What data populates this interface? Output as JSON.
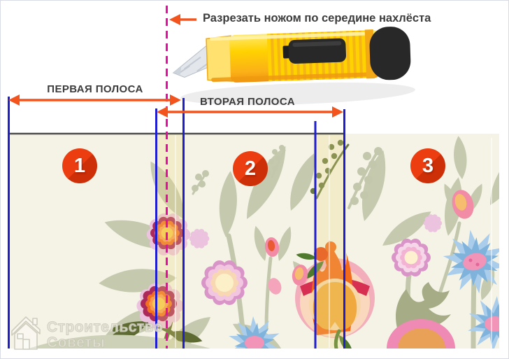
{
  "annotations": {
    "cut_instruction": "Разрезать ножом по середине нахлёста",
    "first_strip": "ПЕРВАЯ ПОЛОСА",
    "second_strip": "ВТОРАЯ ПОЛОСА"
  },
  "strip_badges": [
    {
      "number": "1"
    },
    {
      "number": "2"
    },
    {
      "number": "3"
    }
  ],
  "watermark": {
    "line1": "Строительство",
    "line2": "Советы"
  },
  "colors": {
    "arrow_orange": "#F3531D",
    "guide_blue": "#1E1ECE",
    "cut_line_magenta": "#E90DA4",
    "wall_top_line": "#4C4C4C",
    "badge_red": "#E63B0E",
    "wallpaper_cream": "#F5F3E6",
    "leaf_sage": "#C5C9AE",
    "knife_yellow": "#FFD200",
    "knife_black": "#282828",
    "text_dark": "#3C3C3C"
  }
}
